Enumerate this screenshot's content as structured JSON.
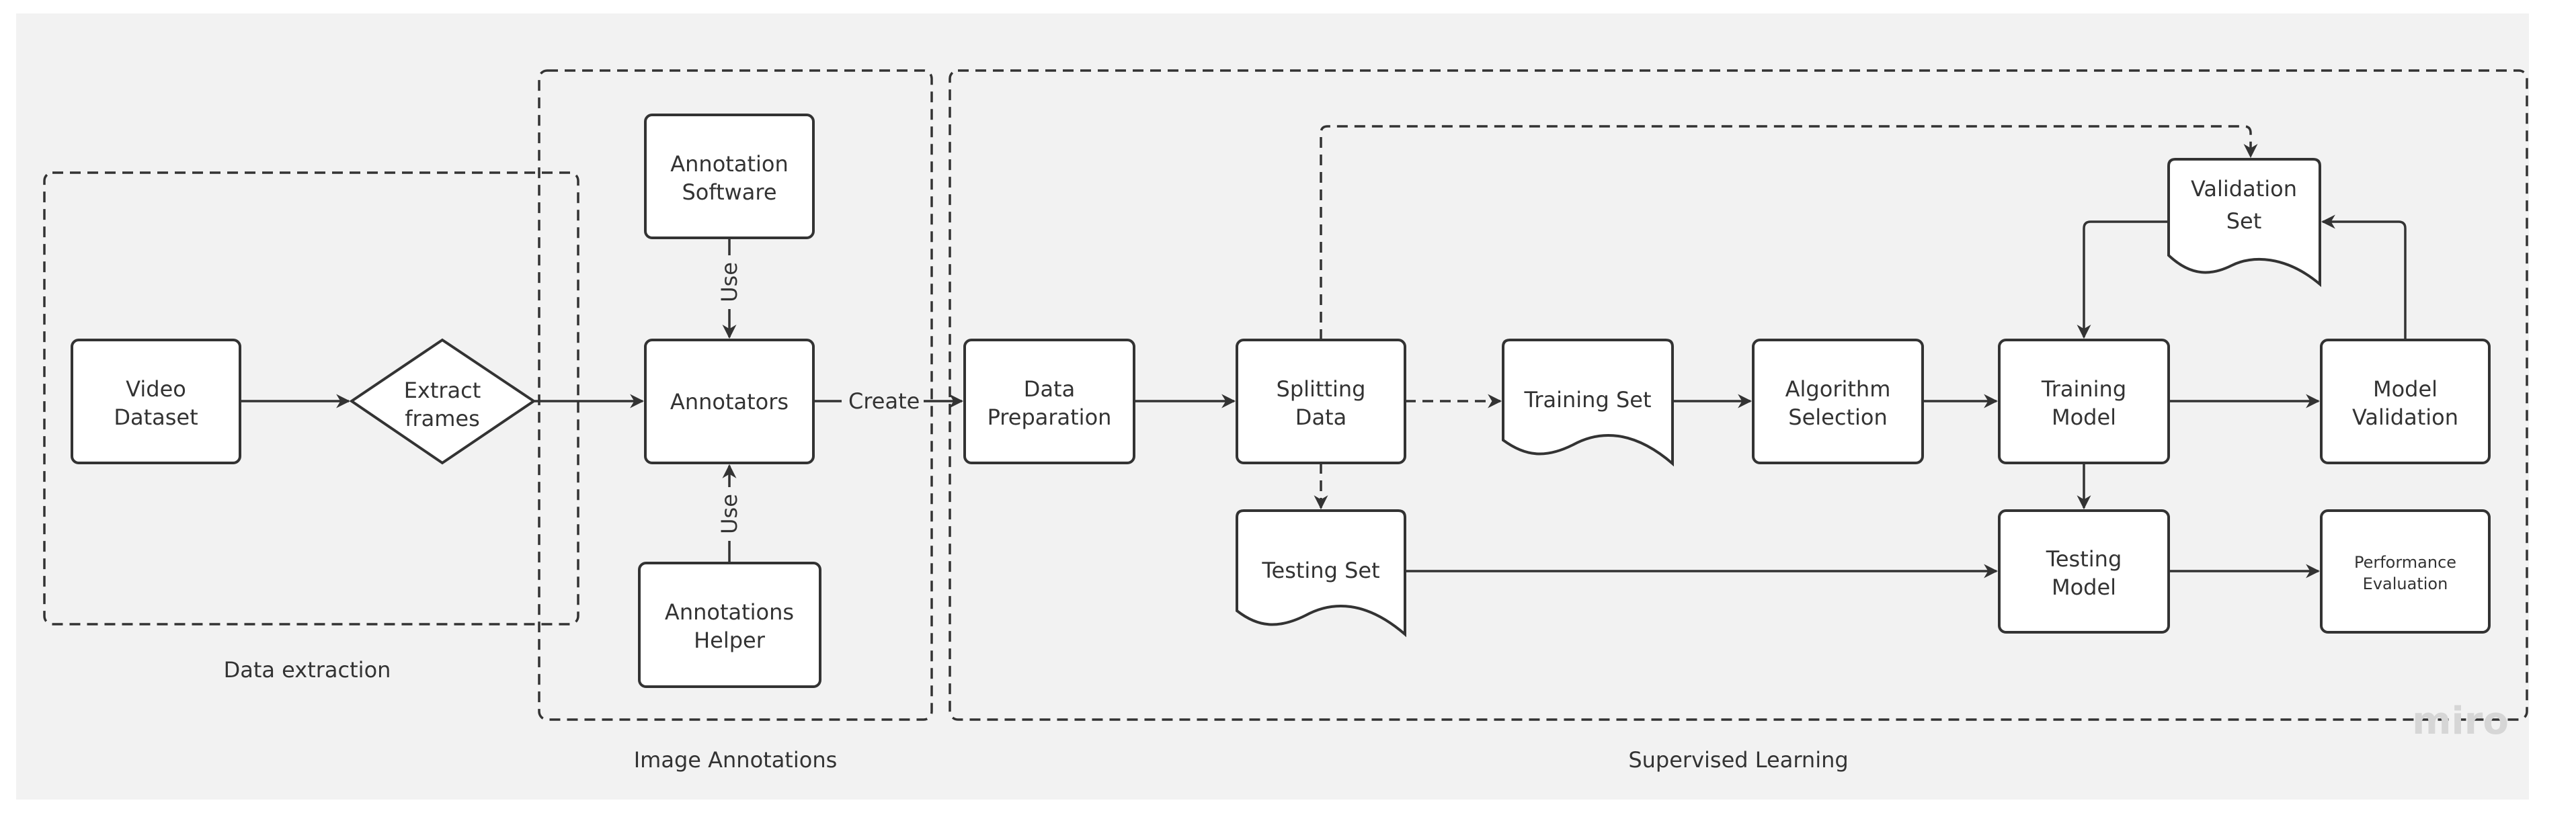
{
  "groups": {
    "data_extraction": "Data extraction",
    "image_annotations": "Image Annotations",
    "supervised_learning": "Supervised Learning"
  },
  "nodes": {
    "video_dataset": [
      "Video",
      "Dataset"
    ],
    "extract_frames": [
      "Extract",
      "frames"
    ],
    "annotation_software": [
      "Annotation",
      "Software"
    ],
    "annotators": [
      "Annotators"
    ],
    "annotations_helper": [
      "Annotations",
      "Helper"
    ],
    "data_preparation": [
      "Data",
      "Preparation"
    ],
    "splitting_data": [
      "Splitting",
      "Data"
    ],
    "training_set": [
      "Training Set"
    ],
    "testing_set": [
      "Testing Set"
    ],
    "algorithm_selection": [
      "Algorithm",
      "Selection"
    ],
    "training_model": [
      "Training",
      "Model"
    ],
    "validation_set": [
      "Validation",
      "Set"
    ],
    "model_validation": [
      "Model",
      "Validation"
    ],
    "testing_model": [
      "Testing",
      "Model"
    ],
    "performance_evaluation": [
      "Performance",
      "Evaluation"
    ]
  },
  "edges": {
    "use_top": "Use",
    "use_bottom": "Use",
    "create": "Create"
  },
  "colors": {
    "background": "#f2f2f2",
    "stroke": "#333333",
    "node_fill": "#ffffff"
  },
  "watermark": "miro"
}
